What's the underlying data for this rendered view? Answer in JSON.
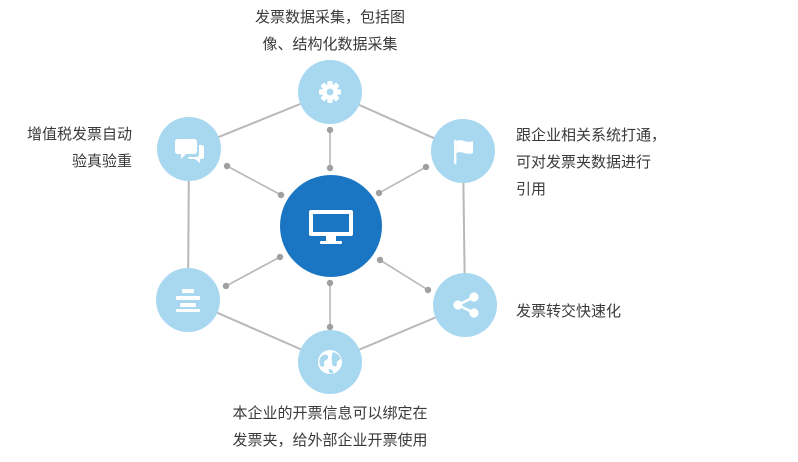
{
  "colors": {
    "outer_node": "#a8d8f0",
    "center_node": "#1a75c2",
    "connector": "#b8b8b8",
    "dot": "#a0a0a0",
    "icon": "#ffffff",
    "text": "#3a3a3a"
  },
  "center": {
    "icon": "monitor-icon"
  },
  "nodes": [
    {
      "id": "top",
      "icon": "gear-icon",
      "label": "发票数据采集，包括图\n像、结构化数据采集"
    },
    {
      "id": "upper-right",
      "icon": "flag-icon",
      "label": "跟企业相关系统打通，\n可对发票夹数据进行\n引用"
    },
    {
      "id": "lower-right",
      "icon": "share-icon",
      "label": "发票转交快速化"
    },
    {
      "id": "bottom",
      "icon": "globe-icon",
      "label": "本企业的开票信息可以绑定在\n发票夹，给外部企业开票使用"
    },
    {
      "id": "lower-left",
      "icon": "layers-icon",
      "label": ""
    },
    {
      "id": "upper-left",
      "icon": "chat-icon",
      "label": "增值税发票自动\n验真验重"
    }
  ]
}
